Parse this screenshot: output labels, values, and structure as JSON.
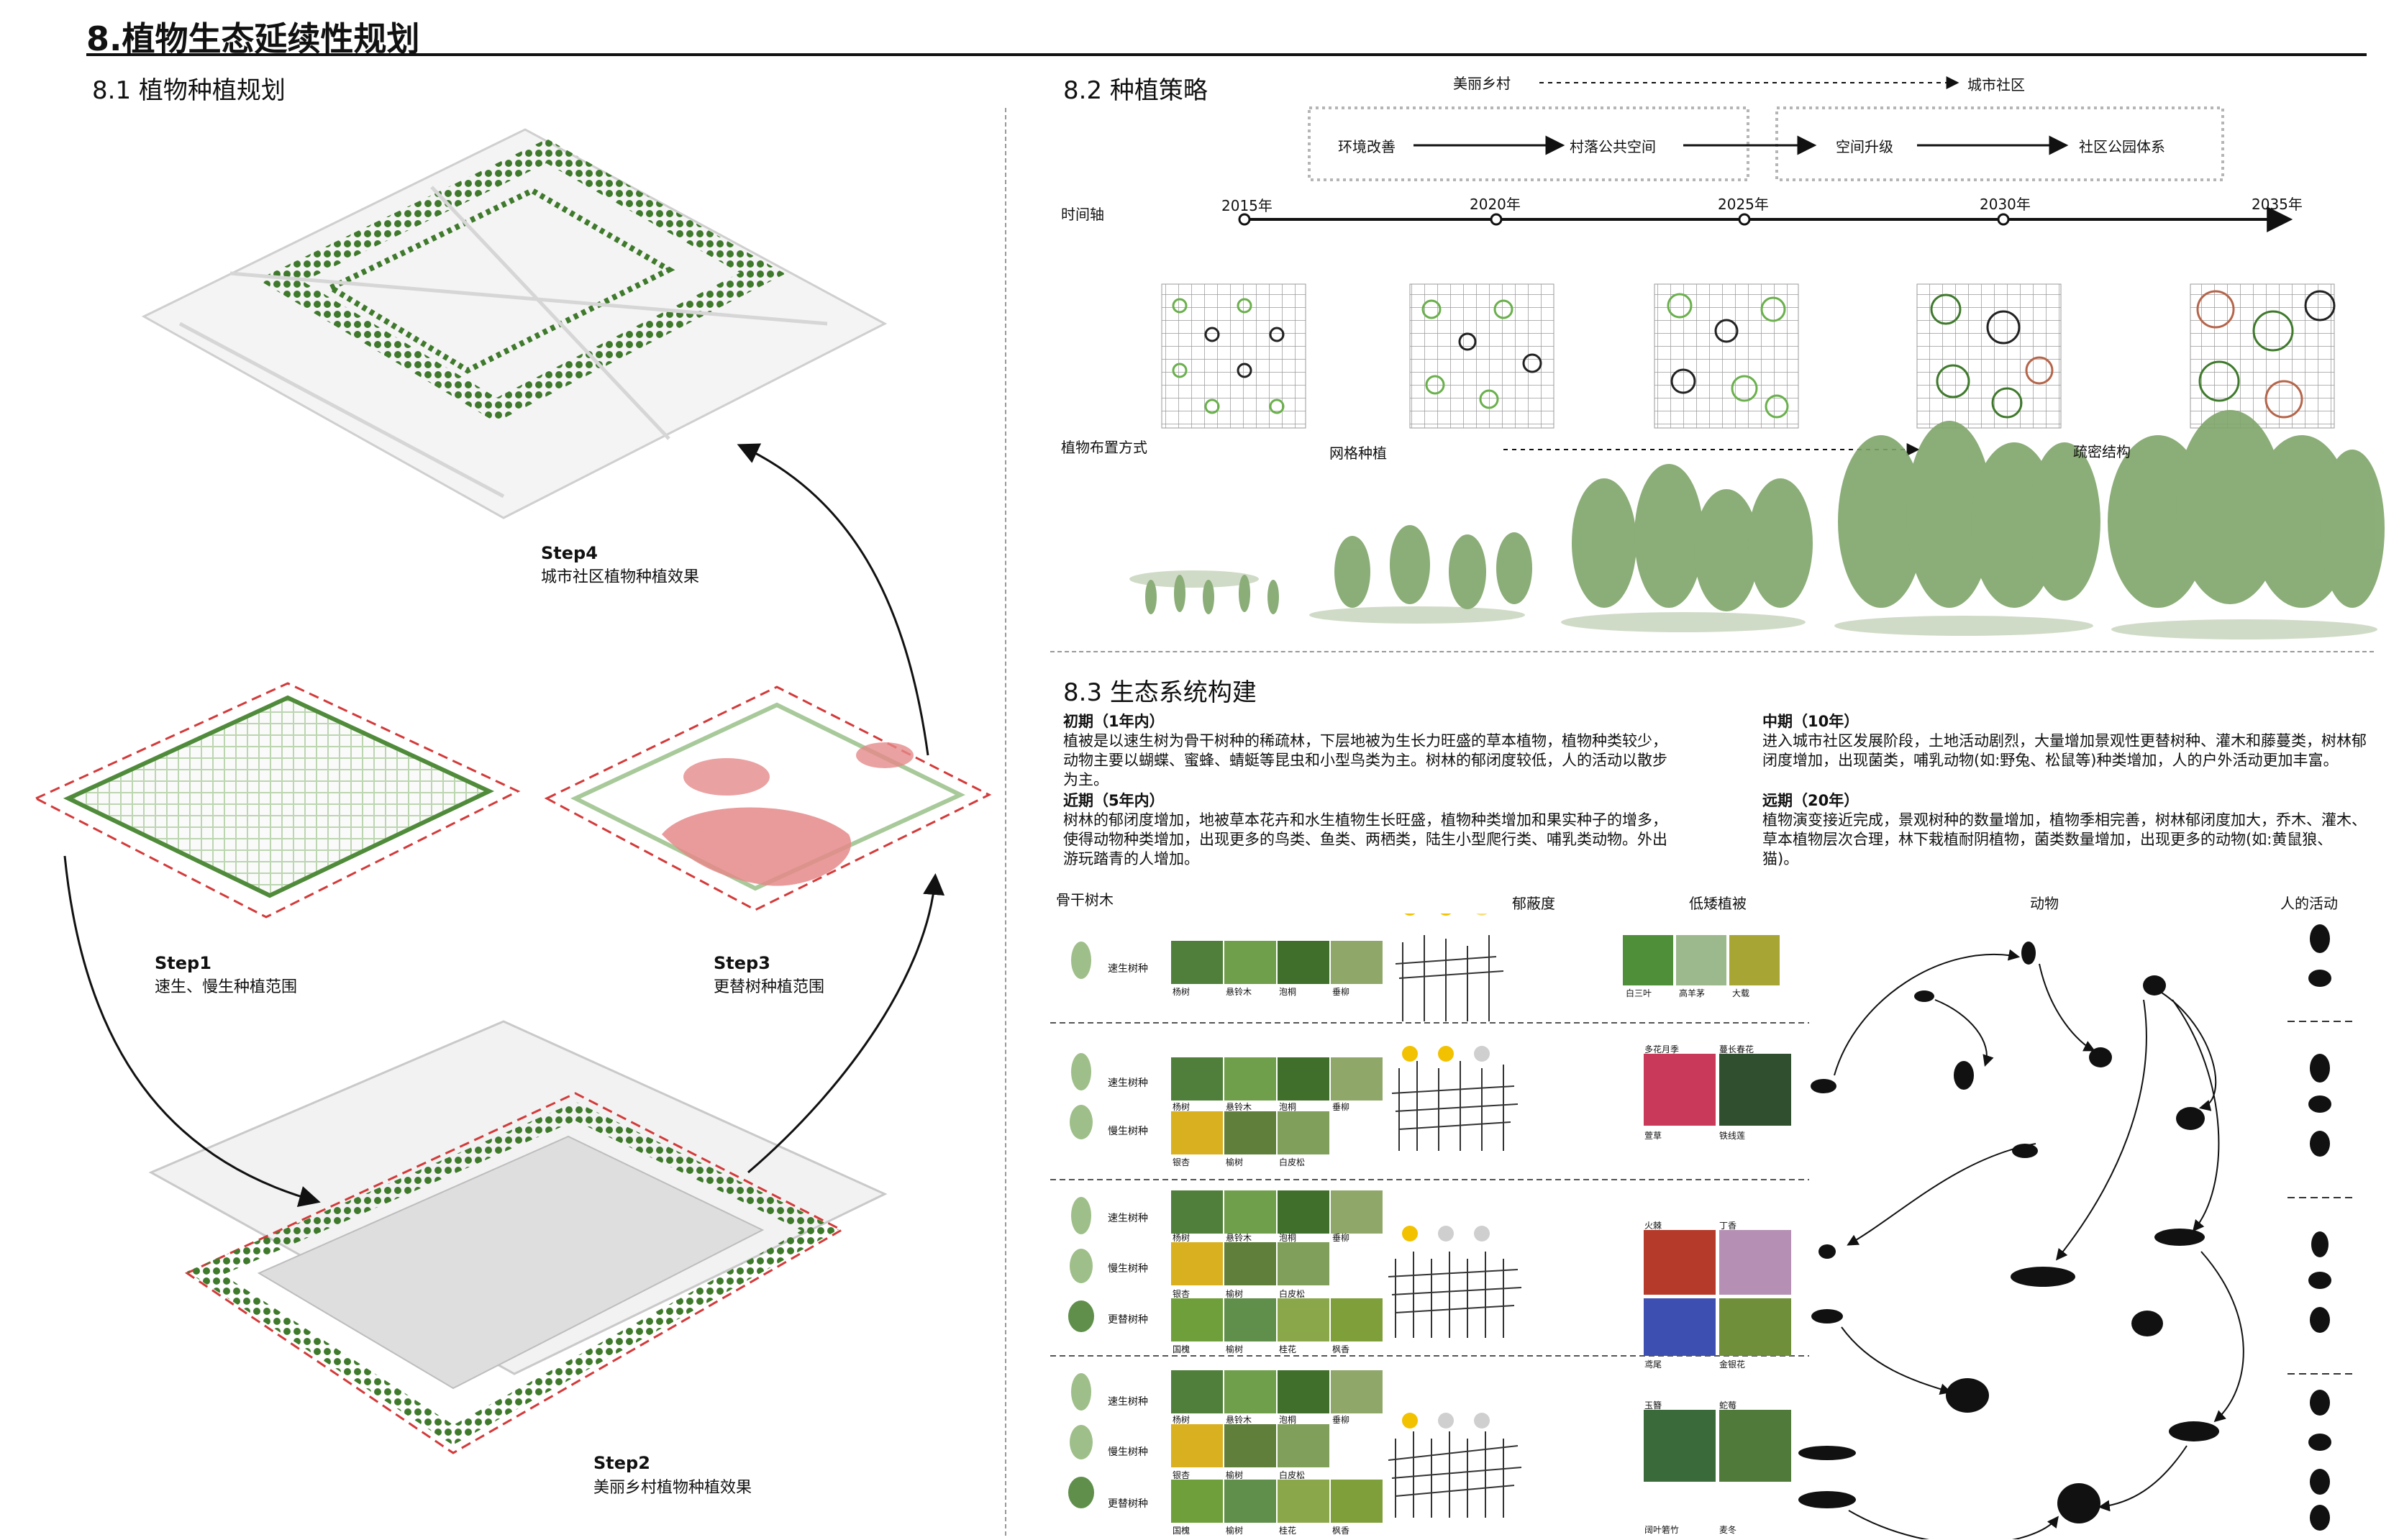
{
  "header": {
    "title": "8.植物生态延续性规划"
  },
  "section1": {
    "title": "8.1 植物种植规划",
    "step4": {
      "label": "Step4",
      "desc": "城市社区植物种植效果"
    },
    "step1": {
      "label": "Step1",
      "desc": "速生、慢生种植范围"
    },
    "step3": {
      "label": "Step3",
      "desc": "更替树种植范围"
    },
    "step2": {
      "label": "Step2",
      "desc": "美丽乡村植物种植效果"
    }
  },
  "section2": {
    "title": "8.2 种植策略",
    "from": "美丽乡村",
    "to": "城市社区",
    "flow": [
      "环境改善",
      "村落公共空间",
      "空间升级",
      "社区公园体系"
    ],
    "timeline_label": "时间轴",
    "years": [
      "2015年",
      "2020年",
      "2025年",
      "2030年",
      "2035年"
    ],
    "layout_label": "植物布置方式",
    "grid_label": "网格种植",
    "sparse_label": "疏密结构"
  },
  "section3": {
    "title": "8.3 生态系统构建",
    "initial_title": "初期（1年内）",
    "initial_text": "植被是以速生树为骨干树种的稀疏林，下层地被为生长力旺盛的草本植物，植物种类较少，动物主要以蝴蝶、蜜蜂、蜻蜓等昆虫和小型鸟类为主。树林的郁闭度较低，人的活动以散步为主。",
    "near_title": "近期（5年内）",
    "near_text": "树林的郁闭度增加，地被草本花卉和水生植物生长旺盛，植物种类增加和果实种子的增多，使得动物种类增加，出现更多的鸟类、鱼类、两栖类，陆生小型爬行类、哺乳类动物。外出游玩踏青的人增加。",
    "mid_title": "中期（10年）",
    "mid_text": "进入城市社区发展阶段，土地活动剧烈，大量增加景观性更替树种、灌木和藤蔓类，树林郁闭度增加，出现菌类，哺乳动物(如:野兔、松鼠等)种类增加，人的户外活动更加丰富。",
    "far_title": "远期（20年）",
    "far_text": "植物演变接近完成，景观树种的数量增加，植物季相完善，树林郁闭度加大，乔木、灌木、草本植物层次合理，林下栽植耐阴植物，菌类数量增加，出现更多的动物(如:黄鼠狼、猫)。",
    "col_trees": "骨干树木",
    "col_canopy": "郁蔽度",
    "col_low": "低矮植被",
    "col_animals": "动物",
    "col_people": "人的活动",
    "fast": "速生树种",
    "slow": "慢生树种",
    "replace": "更替树种",
    "fast_species": [
      "杨树",
      "悬铃木",
      "泡桐",
      "垂柳"
    ],
    "slow_species": [
      "银杏",
      "榆树",
      "白皮松"
    ],
    "replace_species": [
      "国槐",
      "榆树",
      "桂花",
      "枫香"
    ],
    "low1": [
      "白三叶",
      "高羊茅",
      "大载"
    ],
    "low2": [
      "多花月季",
      "蔓长春花",
      "萱草",
      "铁线莲"
    ],
    "low3": [
      "火棘",
      "丁香",
      "鸢尾",
      "金银花"
    ],
    "low4": [
      "玉簪",
      "蛇莓",
      "阔叶箬竹",
      "麦冬"
    ]
  }
}
